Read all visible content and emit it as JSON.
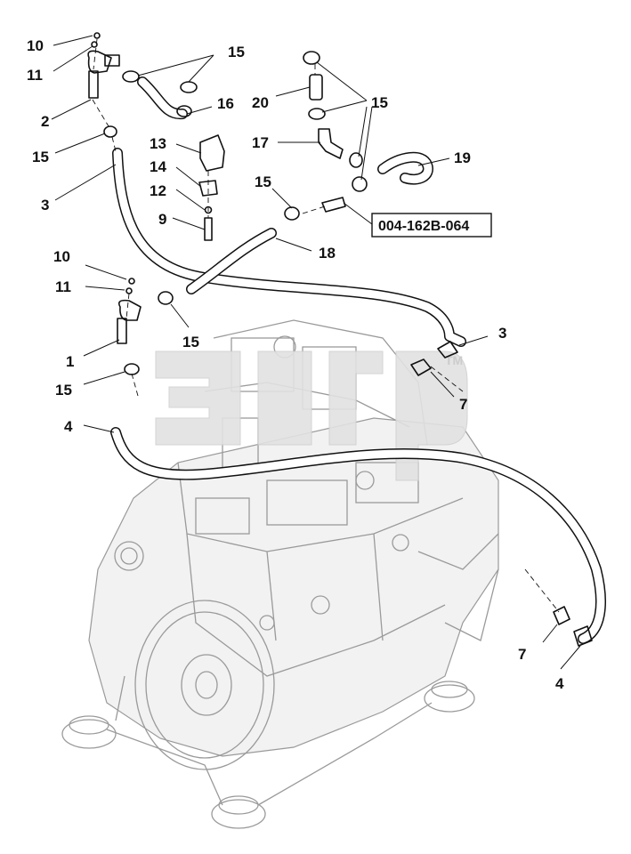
{
  "diagram": {
    "reference_code": "004-162B-064",
    "watermark_mark": "TM",
    "callouts": {
      "c10a": "10",
      "c11a": "11",
      "c2": "2",
      "c15a": "15",
      "c3a": "3",
      "c15b": "15",
      "c16": "16",
      "c20": "20",
      "c15c": "15",
      "c13": "13",
      "c14": "14",
      "c12": "12",
      "c9": "9",
      "c17": "17",
      "c19": "19",
      "c15d": "15",
      "c18": "18",
      "c10b": "10",
      "c11b": "11",
      "c15e": "15",
      "c1": "1",
      "c15f": "15",
      "c3b": "3",
      "c7a": "7",
      "c4a": "4",
      "c7b": "7",
      "c4b": "4"
    }
  }
}
